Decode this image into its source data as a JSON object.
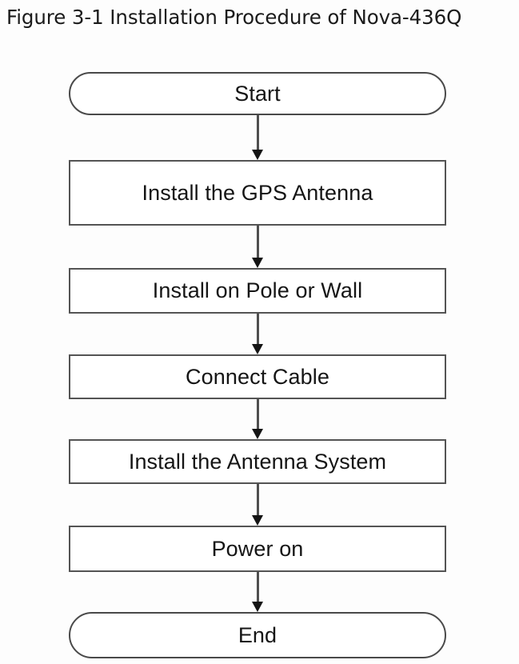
{
  "figure": {
    "title": "Figure 3-1 Installation Procedure of Nova-436Q",
    "background_color": "#fdfdfd",
    "text_color": "#151515",
    "node_border_color": "#545454",
    "node_fill_color": "#ffffff",
    "connector_color": "#4f4f4f",
    "arrowhead_color": "#141414"
  },
  "flowchart": {
    "orientation": "vertical-top-to-bottom",
    "nodes": [
      {
        "id": "start",
        "shape": "terminator",
        "label": "Start"
      },
      {
        "id": "gps",
        "shape": "process",
        "label": "Install the GPS Antenna"
      },
      {
        "id": "pole",
        "shape": "process",
        "label": "Install on Pole or Wall"
      },
      {
        "id": "cable",
        "shape": "process",
        "label": "Connect Cable"
      },
      {
        "id": "system",
        "shape": "process",
        "label": "Install the Antenna System"
      },
      {
        "id": "power",
        "shape": "process",
        "label": "Power on"
      },
      {
        "id": "end",
        "shape": "terminator",
        "label": "End"
      }
    ],
    "connectors": [
      {
        "id": "conn-1",
        "from": "start",
        "to": "gps",
        "arrow": "down-arrow-icon",
        "label": ""
      },
      {
        "id": "conn-2",
        "from": "gps",
        "to": "pole",
        "arrow": "down-arrow-icon",
        "label": ""
      },
      {
        "id": "conn-3",
        "from": "pole",
        "to": "cable",
        "arrow": "down-arrow-icon",
        "label": ""
      },
      {
        "id": "conn-4",
        "from": "cable",
        "to": "system",
        "arrow": "down-arrow-icon",
        "label": ""
      },
      {
        "id": "conn-5",
        "from": "system",
        "to": "power",
        "arrow": "down-arrow-icon",
        "label": ""
      },
      {
        "id": "conn-6",
        "from": "power",
        "to": "end",
        "arrow": "down-arrow-icon",
        "label": ""
      }
    ]
  }
}
